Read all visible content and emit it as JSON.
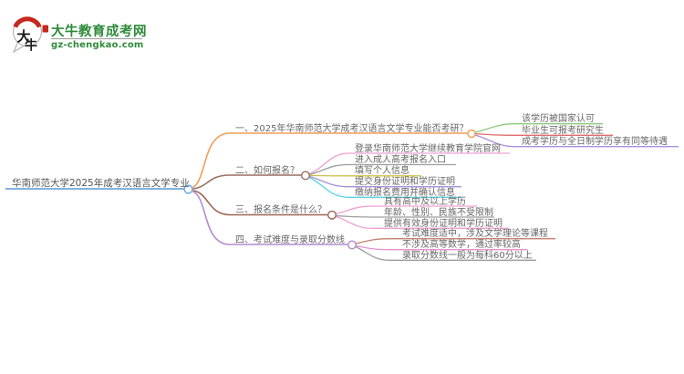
{
  "logo": {
    "icon_char_top": "大",
    "icon_char_bottom": "牛",
    "title": "大牛教育成考网",
    "url": "gz-chengkao.com",
    "brand_green": "#2e8b3a",
    "icon_red": "#c5281c"
  },
  "mindmap": {
    "root": {
      "label": "华南师范大学2025年成考汉语言文学专业",
      "color": "#6fa8dc"
    },
    "branches": [
      {
        "label": "一、2025年华南师范大学成考汉语言文学专业能否考研？",
        "color": "#f09e53",
        "children": [
          {
            "label": "该学历被国家认可",
            "color": "#8fca7d"
          },
          {
            "label": "毕业生可报考研究生",
            "color": "#e06c6c"
          },
          {
            "label": "成考学历与全日制学历享有同等待遇",
            "color": "#ab8fd8"
          }
        ]
      },
      {
        "label": "二、如何报名？",
        "color": "#9b6f62",
        "children": [
          {
            "label": "登录华南师范大学继续教育学院官网",
            "color": "#eda0d3"
          },
          {
            "label": "进入成人高考报名入口",
            "color": "#9e9e9e"
          },
          {
            "label": "填写个人信息",
            "color": "#cfc04a"
          },
          {
            "label": "提交身份证明和学历证明",
            "color": "#a890d8"
          },
          {
            "label": "缴纳报名费用并确认信息",
            "color": "#5ad2e2"
          }
        ]
      },
      {
        "label": "三、报名条件是什么？",
        "color": "#9b6453",
        "children": [
          {
            "label": "具有高中及以上学历",
            "color": "#eda0d3"
          },
          {
            "label": "年龄、性别、民族不受限制",
            "color": "#9e9e9e"
          },
          {
            "label": "提供有效身份证明和学历证明",
            "color": "#eda0d3"
          }
        ]
      },
      {
        "label": "四、考试难度与录取分数线",
        "color": "#b48cd2",
        "children": [
          {
            "label": "考试难度适中，涉及文学理论等课程",
            "color": "#c87f70"
          },
          {
            "label": "不涉及高等数学，通过率较高",
            "color": "#e591d4"
          },
          {
            "label": "录取分数线一般为每科60分以上",
            "color": "#9e9e9e"
          }
        ]
      }
    ]
  }
}
